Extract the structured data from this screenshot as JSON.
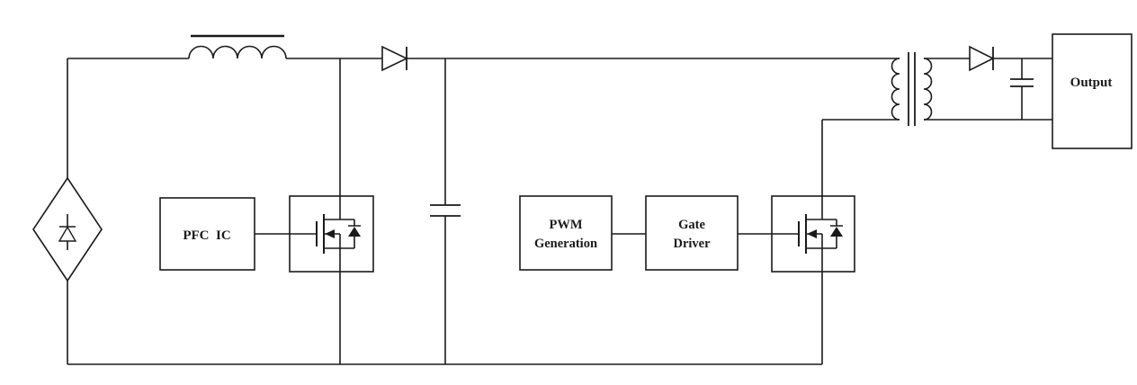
{
  "diagram": {
    "kind": "power-supply-circuit-block-diagram",
    "colors": {
      "stroke": "#1a1a1a",
      "background": "#ffffff"
    },
    "labels": {
      "pfc_ic": "PFC  IC",
      "pwm_line1": "PWM",
      "pwm_line2": "Generation",
      "gate_line1": "Gate",
      "gate_line2": "Driver",
      "output": "Output"
    },
    "symbols": [
      "bridge-rectifier",
      "boost-inductor",
      "boost-diode",
      "pfc-mosfet-with-body-diode",
      "bulk-capacitor",
      "switching-mosfet-with-body-diode",
      "transformer",
      "output-diode",
      "output-capacitor"
    ]
  }
}
